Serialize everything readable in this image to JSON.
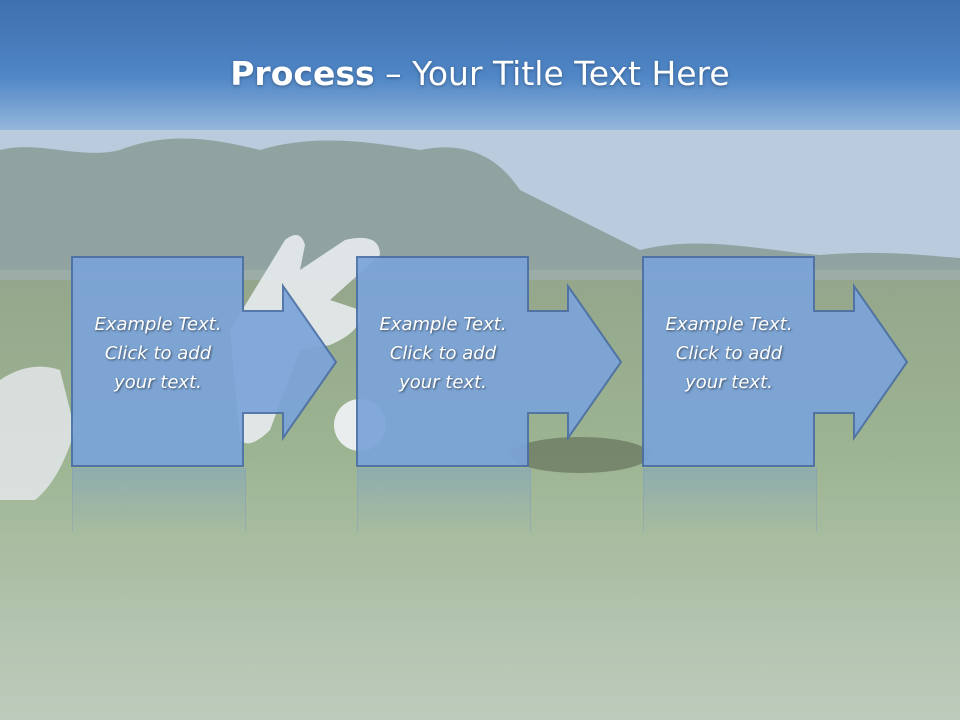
{
  "slide": {
    "title_bold": "Process",
    "title_rest": " – Your Title Text Here"
  },
  "colors": {
    "header_blue": "#4a7fc0",
    "box_fill": "#7ba4d9",
    "box_stroke": "#4b6fa5"
  },
  "steps": [
    {
      "line1": "Example Text.",
      "line2": "Click  to add",
      "line3": "your text."
    },
    {
      "line1": "Example Text.",
      "line2": "Click  to add",
      "line3": "your text."
    },
    {
      "line1": "Example Text.",
      "line2": "Click  to add",
      "line3": "your text."
    }
  ]
}
